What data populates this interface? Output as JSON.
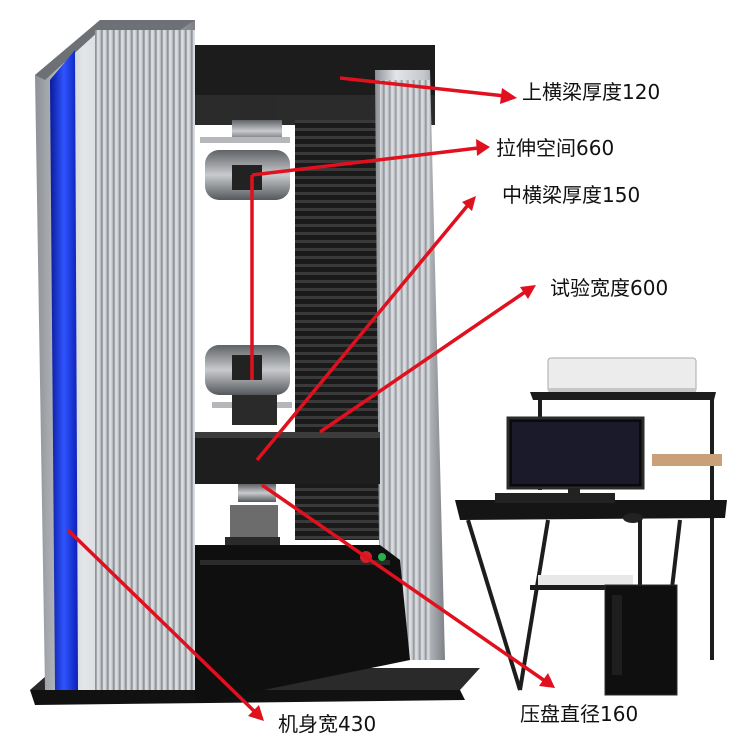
{
  "annotations": {
    "upper_beam": "上横梁厚度120",
    "tensile_space": "拉伸空间660",
    "middle_beam": "中横梁厚度150",
    "test_width": "试验宽度600",
    "body_width": "机身宽430",
    "platen_diameter": "压盘直径160"
  },
  "colors": {
    "arrow": "#e0101e",
    "column": "#c9cdd2",
    "blue_light": "#1f3cff",
    "frame": "#1b1b1b",
    "steel": "#9a9a9a"
  }
}
